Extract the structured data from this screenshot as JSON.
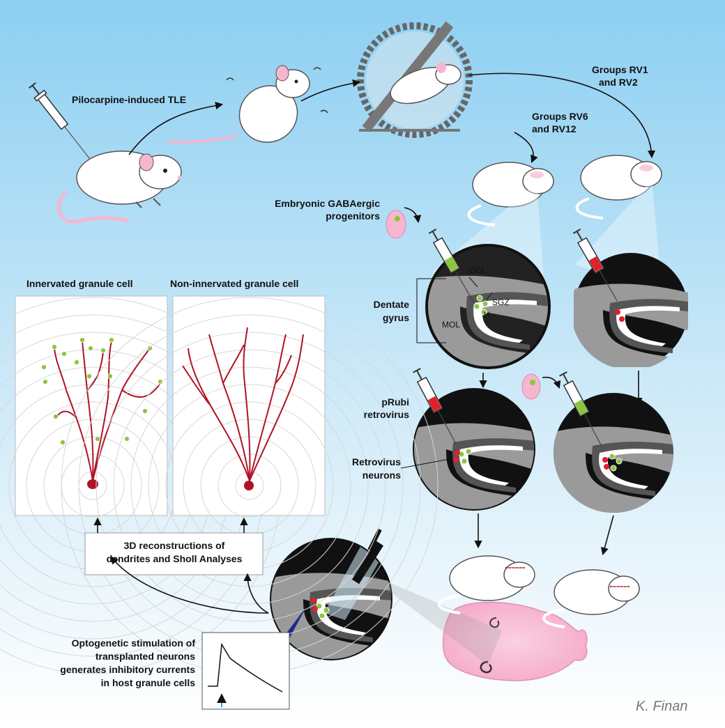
{
  "labels": {
    "tle": "Pilocarpine-induced TLE",
    "groups_rv1_line1": "Groups RV1",
    "groups_rv1_line2": "and RV2",
    "groups_rv6_line1": "Groups RV6",
    "groups_rv6_line2": "and RV12",
    "embryonic_line1": "Embryonic GABAergic",
    "embryonic_line2": "progenitors",
    "dentate_line1": "Dentate",
    "dentate_line2": "gyrus",
    "gcl": "GCL",
    "sgz": "SGZ",
    "h": "H",
    "mol": "MOL",
    "innervated": "Innervated granule cell",
    "non_innervated": "Non-innervated granule cell",
    "prubi_line1": "pRubi",
    "prubi_line2": "retrovirus",
    "retro_line1": "Retrovirus",
    "retro_line2": "neurons",
    "recon_line1": "3D reconstructions of",
    "recon_line2": "dendrites and Sholl Analyses",
    "opto_line1": "Optogenetic stimulation of",
    "opto_line2": "transplanted neurons",
    "opto_line3": "generates inhibitory currents",
    "opto_line4": "in host granule cells",
    "signature": "K. Finan"
  },
  "colors": {
    "bg_top": "#8ccff2",
    "bg_bottom": "#ffffff",
    "neuron": "#b01226",
    "green_cell": "#8cc63f",
    "red_cell": "#e0202a",
    "pink": "#f6b6cf",
    "arrow": "#111111"
  },
  "icons": [
    "syringe-icon",
    "mouse-icon",
    "running-wheel-icon",
    "embryo-icon",
    "brain-icon",
    "optical-fiber-icon"
  ]
}
